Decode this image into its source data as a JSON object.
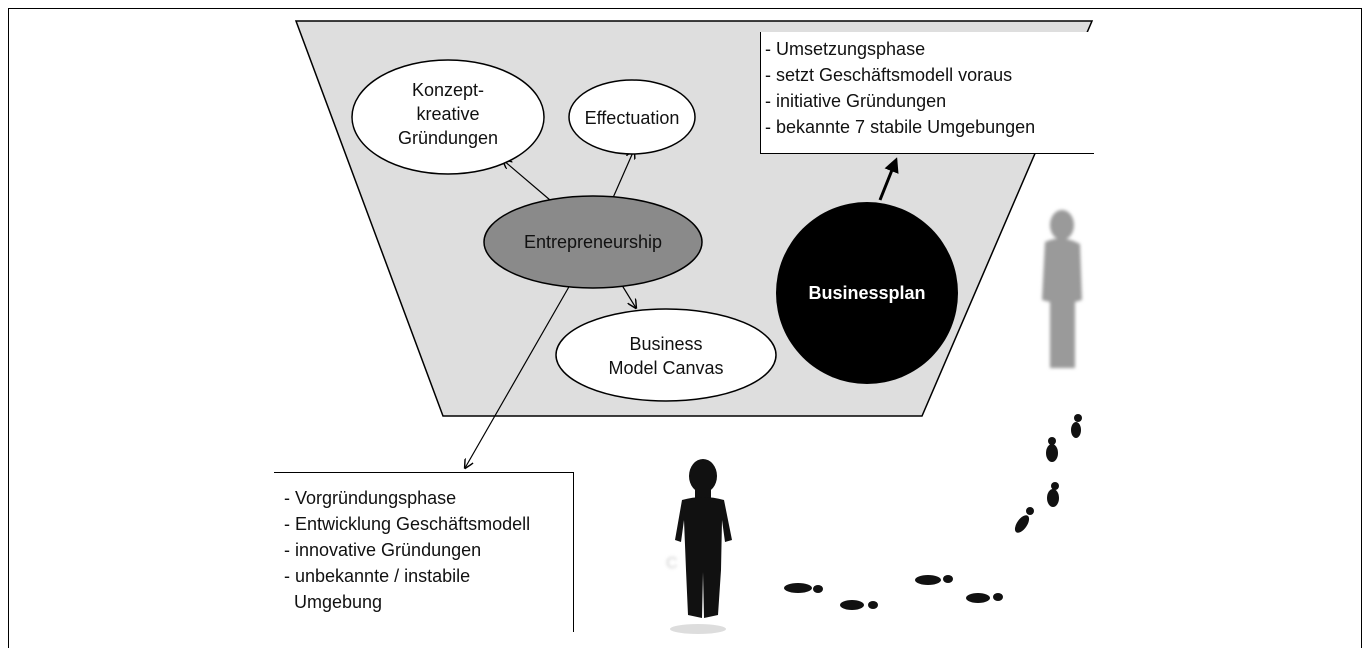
{
  "nodes": {
    "konzept": [
      "Konzept-",
      "kreative",
      "Gründungen"
    ],
    "effectuation": "Effectuation",
    "entrepreneurship": "Entrepreneurship",
    "canvas": [
      "Business",
      "Model Canvas"
    ],
    "businessplan": "Businessplan"
  },
  "top_box": {
    "lines": [
      "- Umsetzungsphase",
      "- setzt Geschäftsmodell voraus",
      "- initiative Gründungen",
      "- bekannte 7 stabile Umgebungen"
    ]
  },
  "bottom_box": {
    "lines": [
      "- Vorgründungsphase",
      "- Entwicklung Geschäftsmodell",
      "- innovative Gründungen",
      "- unbekannte / instabile",
      "  Umgebung"
    ]
  },
  "colors": {
    "funnel_fill": "#dedede",
    "entrepreneurship_fill": "#8a8a8a",
    "businessplan_fill": "#000000",
    "silhouette_dark": "#111111",
    "silhouette_light": "#9a9a9a"
  }
}
